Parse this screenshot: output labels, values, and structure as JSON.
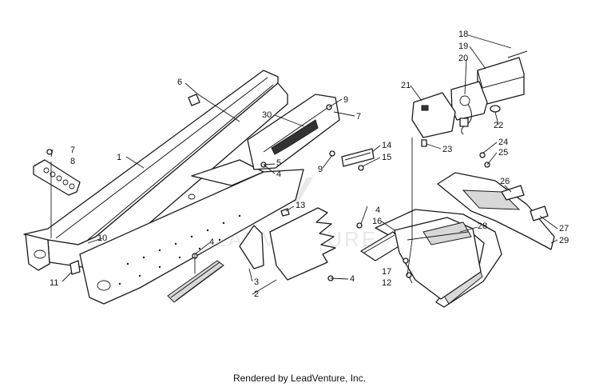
{
  "footer": {
    "text": "Rendered by LeadVenture, Inc."
  },
  "callouts": {
    "c1": "1",
    "c2": "2",
    "c3": "3",
    "c4a": "4",
    "c4b": "4",
    "c4c": "4",
    "c4d": "4",
    "c5": "5",
    "c6": "6",
    "c7a": "7",
    "c7b": "7",
    "c8": "8",
    "c9a": "9",
    "c9b": "9",
    "c10": "10",
    "c11": "11",
    "c12": "12",
    "c13": "13",
    "c14": "14",
    "c15": "15",
    "c16": "16",
    "c17": "17",
    "c18": "18",
    "c19": "19",
    "c20": "20",
    "c21": "21",
    "c22": "22",
    "c23": "23",
    "c24": "24",
    "c25": "25",
    "c26": "26",
    "c27": "27",
    "c28": "28",
    "c29": "29",
    "c30": "30"
  },
  "watermark": {
    "text": "LEADVENTURE"
  }
}
